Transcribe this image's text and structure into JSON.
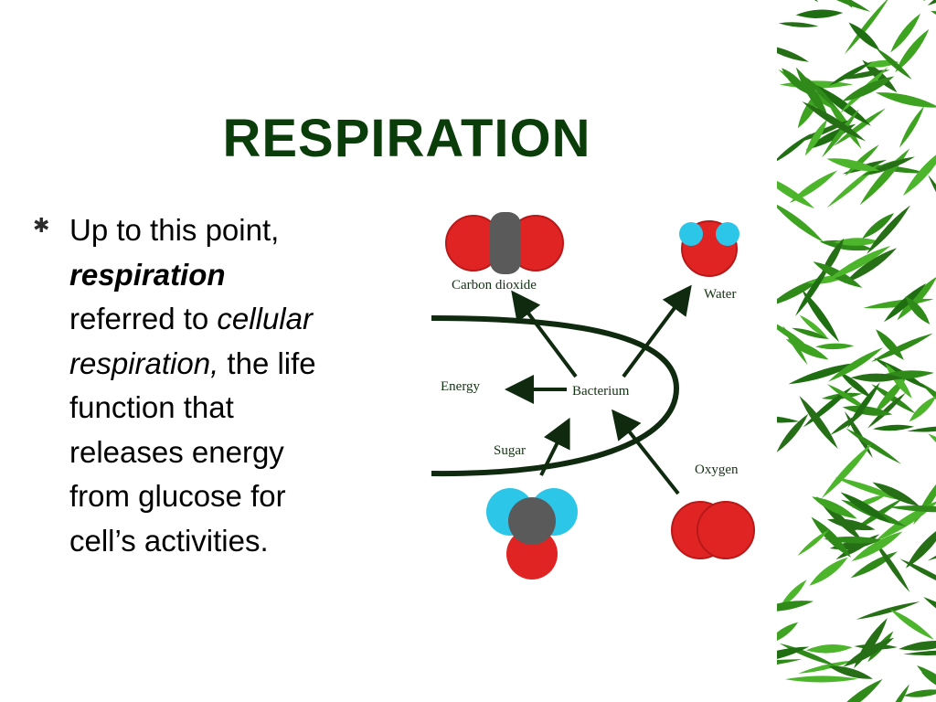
{
  "slide": {
    "title": "RESPIRATION",
    "bullet_symbol": "✱",
    "text": {
      "line1": "Up to this point,",
      "line2": "respiration",
      "line3": "referred to ",
      "line3_italic": "cellular",
      "line4_italic": "respiration,",
      "line4": " the life",
      "line5": "function that",
      "line6": "releases energy",
      "line7": "from glucose for",
      "line8": "cell’s activities."
    }
  },
  "diagram": {
    "labels": {
      "carbon_dioxide": "Carbon dioxide",
      "water": "Water",
      "energy": "Energy",
      "bacterium": "Bacterium",
      "sugar": "Sugar",
      "oxygen": "Oxygen"
    }
  },
  "colors": {
    "title": "#0b3d0b",
    "oxygen_atom": "#e02424",
    "carbon_atom": "#5a5a5a",
    "hydrogen_atom": "#2cc6e8",
    "arrow": "#0f2a0f",
    "label": "#143314",
    "bamboo_leaf": "#2f8a1a"
  },
  "icons": [
    "asterisk-bullet-icon"
  ]
}
